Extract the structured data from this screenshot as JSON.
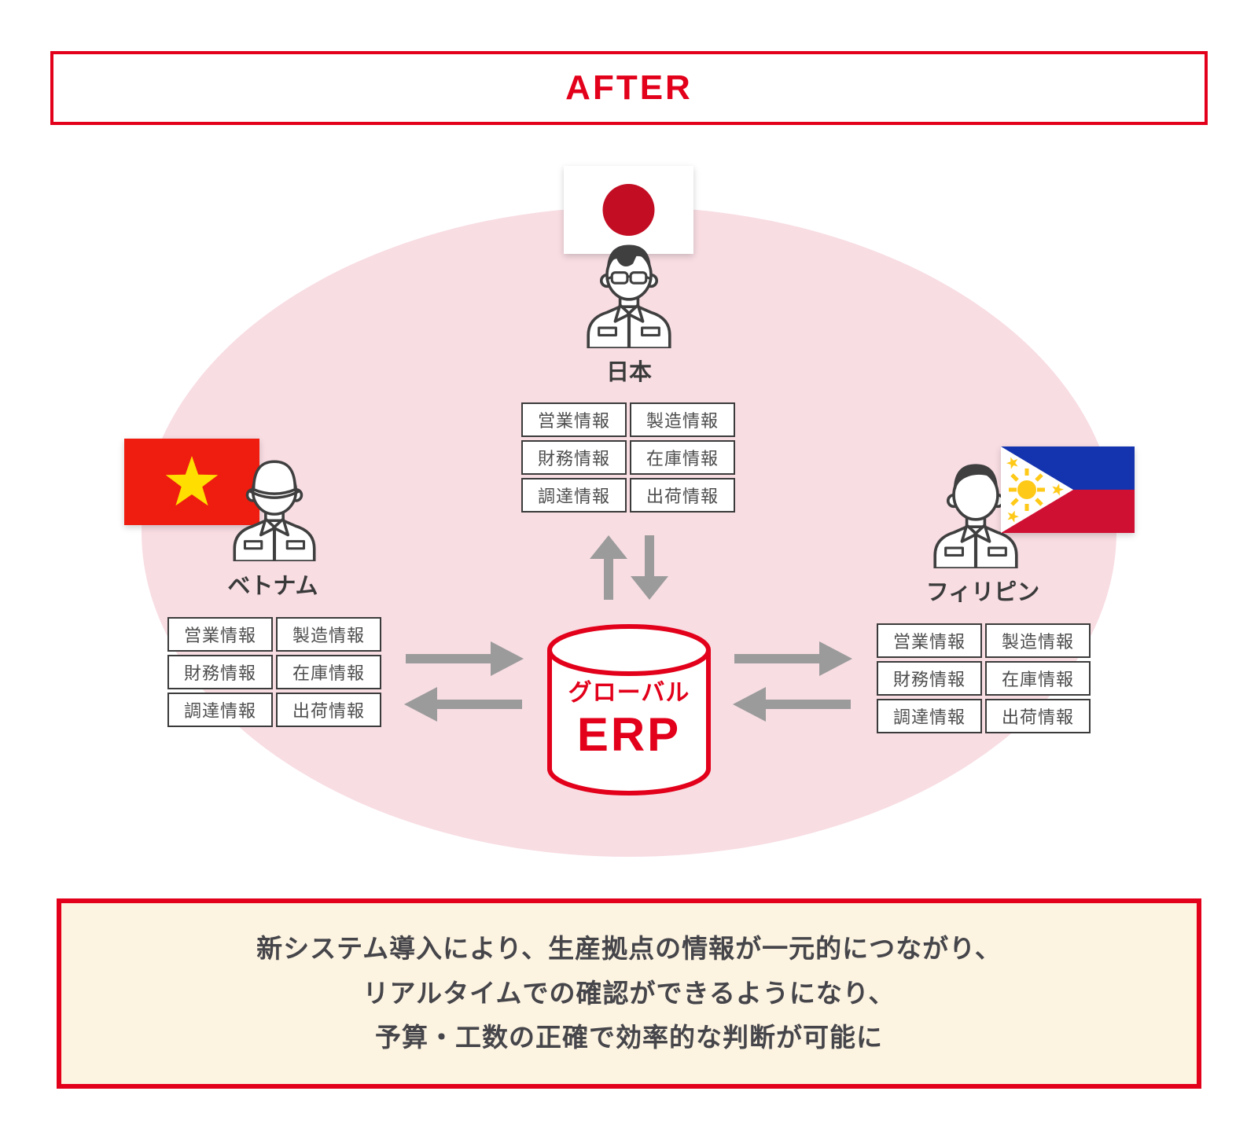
{
  "header": {
    "title": "AFTER"
  },
  "sites": [
    {
      "label": "日本"
    },
    {
      "label": "ベトナム"
    },
    {
      "label": "フィリピン"
    }
  ],
  "info_items": [
    "営業情報",
    "製造情報",
    "財務情報",
    "在庫情報",
    "調達情報",
    "出荷情報"
  ],
  "erp": {
    "title": "グローバル",
    "subtitle": "ERP"
  },
  "summary": {
    "lines": [
      "新システム導入により、生産拠点の情報が一元的につながり、",
      "リアルタイムでの確認ができるようになり、",
      "予算・工数の正確で効率的な判断が可能に"
    ]
  },
  "colors": {
    "accent_red": "#E2001A",
    "ellipse_pink": "#F8DDE3",
    "summary_bg": "#FCF3E1",
    "arrow_gray": "#9B9B9B",
    "japan_flag_circle": "#C30D23",
    "vietnam_flag_red": "#EE1D0F",
    "vietnam_star_yellow": "#FFDE00",
    "philippines_blue": "#1433AE",
    "philippines_red": "#D01033",
    "philippines_yellow": "#FFC918"
  }
}
